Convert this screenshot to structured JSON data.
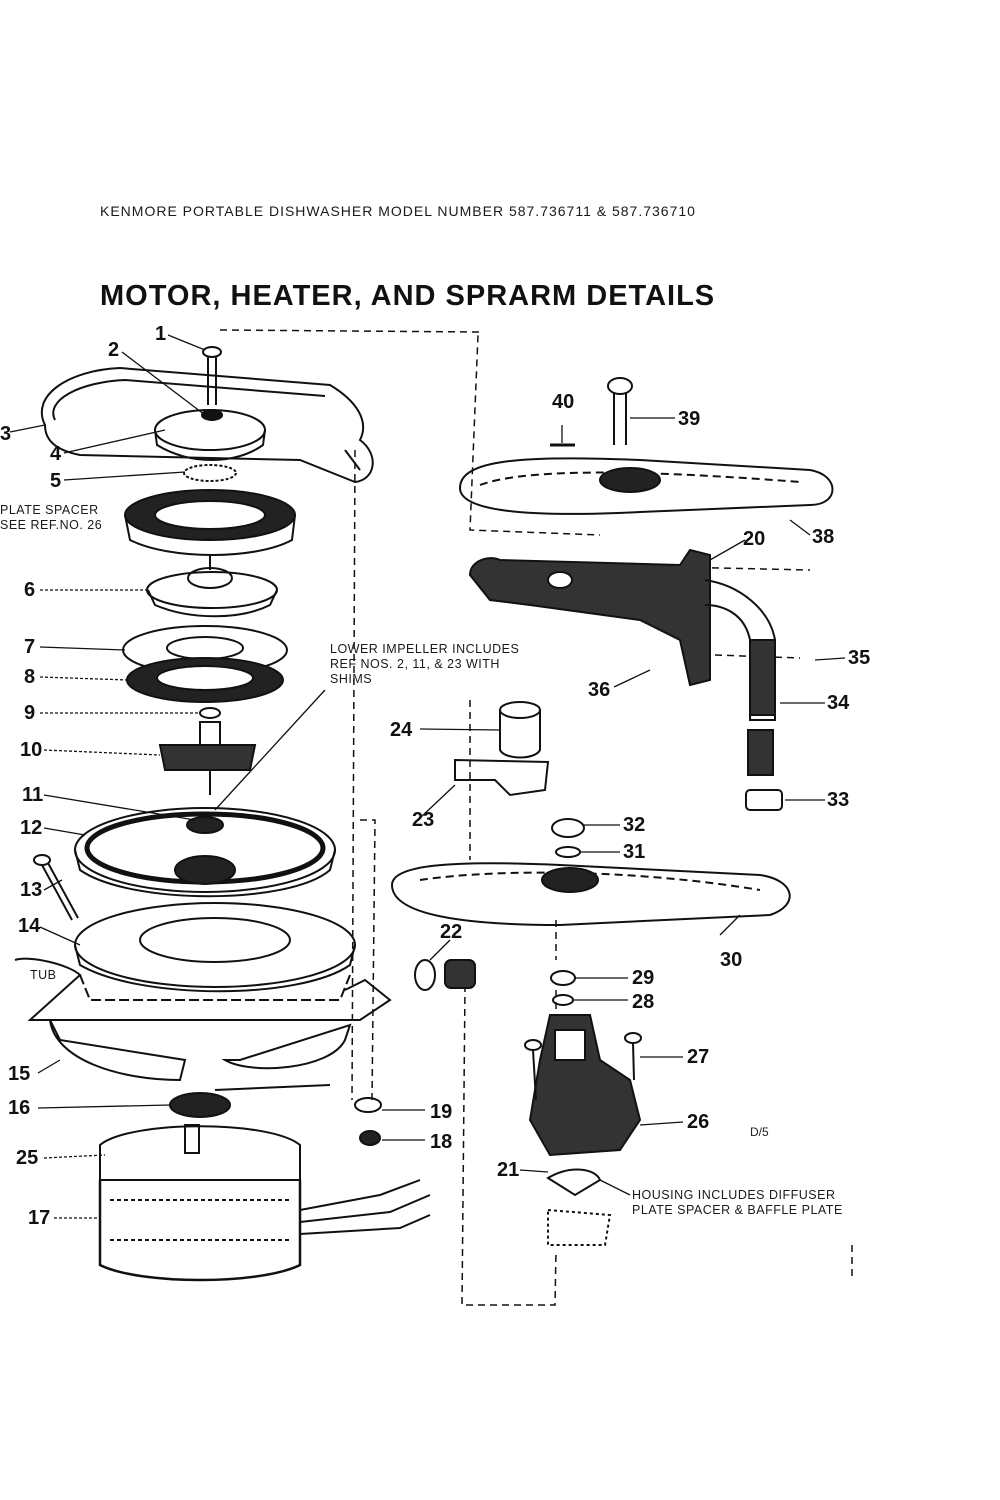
{
  "header": {
    "model_line": "KENMORE PORTABLE DISHWASHER    MODEL NUMBER 587.736711 & 587.736710"
  },
  "title": "MOTOR, HEATER, AND SPRARM DETAILS",
  "notes": {
    "plate_spacer": "PLATE SPACER\nSEE REF.NO. 26",
    "lower_impeller": "LOWER IMPELLER INCLUDES\nREF NOS. 2, 11, & 23 WITH\nSHIMS",
    "tub": "TUB",
    "housing": "HOUSING INCLUDES DIFFUSER\nPLATE SPACER & BAFFLE PLATE"
  },
  "page_code": "D/5",
  "callouts": {
    "c1": "1",
    "c2": "2",
    "c3": "3",
    "c4": "4",
    "c5": "5",
    "c6": "6",
    "c7": "7",
    "c8": "8",
    "c9": "9",
    "c10": "10",
    "c11": "11",
    "c12": "12",
    "c13": "13",
    "c14": "14",
    "c15": "15",
    "c16": "16",
    "c17": "17",
    "c18": "18",
    "c19": "19",
    "c20": "20",
    "c21": "21",
    "c22": "22",
    "c23": "23",
    "c24": "24",
    "c25": "25",
    "c26": "26",
    "c27": "27",
    "c28": "28",
    "c29": "29",
    "c30": "30",
    "c31": "31",
    "c32": "32",
    "c33": "33",
    "c34": "34",
    "c35": "35",
    "c36": "36",
    "c38": "38",
    "c39": "39",
    "c40": "40"
  }
}
